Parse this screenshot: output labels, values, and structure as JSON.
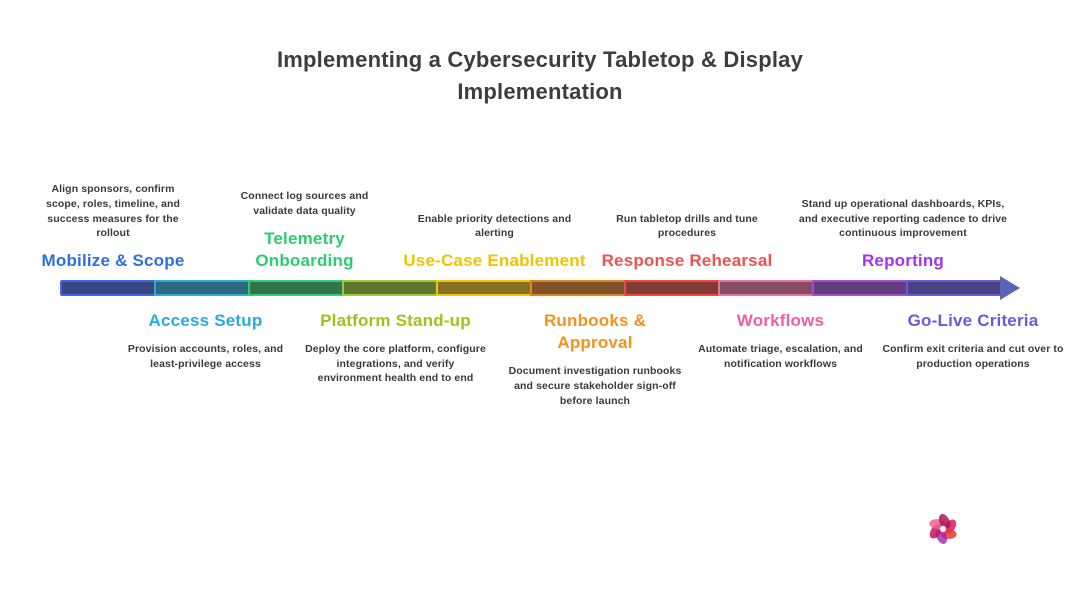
{
  "title": {
    "line1": "Implementing a Cybersecurity Tabletop & Display",
    "line2": "Implementation"
  },
  "milestones_top": [
    {
      "label": "Mobilize & Scope",
      "color": "#2f6fe0",
      "desc": "Align sponsors, confirm scope, roles, timeline, and success measures for the rollout"
    },
    {
      "label": "Telemetry Onboarding",
      "color": "#2ecc71",
      "desc": "Connect log sources and validate data quality"
    },
    {
      "label": "Use-Case Enablement",
      "color": "#f0c400",
      "desc": "Enable priority detections and alerting"
    },
    {
      "label": "Response Rehearsal",
      "color": "#ef5350",
      "desc": "Run tabletop drills and tune procedures"
    },
    {
      "label": "Reporting",
      "color": "#a433ef",
      "desc": "Stand up operational dashboards, KPIs, and executive reporting cadence to drive continuous improvement"
    }
  ],
  "milestones_bottom": [
    {
      "label": "Access Setup",
      "color": "#29abe2",
      "desc": "Provision accounts, roles, and least-privilege access"
    },
    {
      "label": "Platform Stand-up",
      "color": "#9dc416",
      "desc": "Deploy the core platform, configure integrations, and verify environment health end to end"
    },
    {
      "label": "Runbooks & Approval",
      "color": "#f5921e",
      "desc": "Document investigation runbooks and secure stakeholder sign-off before launch"
    },
    {
      "label": "Workflows",
      "color": "#ee5fa2",
      "desc": "Automate triage, escalation, and notification workflows"
    },
    {
      "label": "Go-Live Criteria",
      "color": "#6a5ae0",
      "desc": "Confirm exit criteria and cut over to production operations"
    }
  ],
  "timeline": {
    "segments": [
      {
        "color": "#4364e8",
        "fill": "#384782"
      },
      {
        "color": "#29abe2",
        "fill": "#2c6780"
      },
      {
        "color": "#2ecc71",
        "fill": "#2f764d"
      },
      {
        "color": "#9acd32",
        "fill": "#5f7631"
      },
      {
        "color": "#f1c40f",
        "fill": "#867221"
      },
      {
        "color": "#e67e22",
        "fill": "#825329"
      },
      {
        "color": "#e74c3c",
        "fill": "#823c35"
      },
      {
        "color": "#ee6fa0",
        "fill": "#854c62"
      },
      {
        "color": "#a04de0",
        "fill": "#623d7f"
      },
      {
        "color": "#6a5ae0",
        "fill": "#4a437f"
      }
    ],
    "arrow_color": "#5b63b7"
  },
  "logo": {
    "name": "pinwheel-flower-logo",
    "primary_color": "#d81b60"
  }
}
